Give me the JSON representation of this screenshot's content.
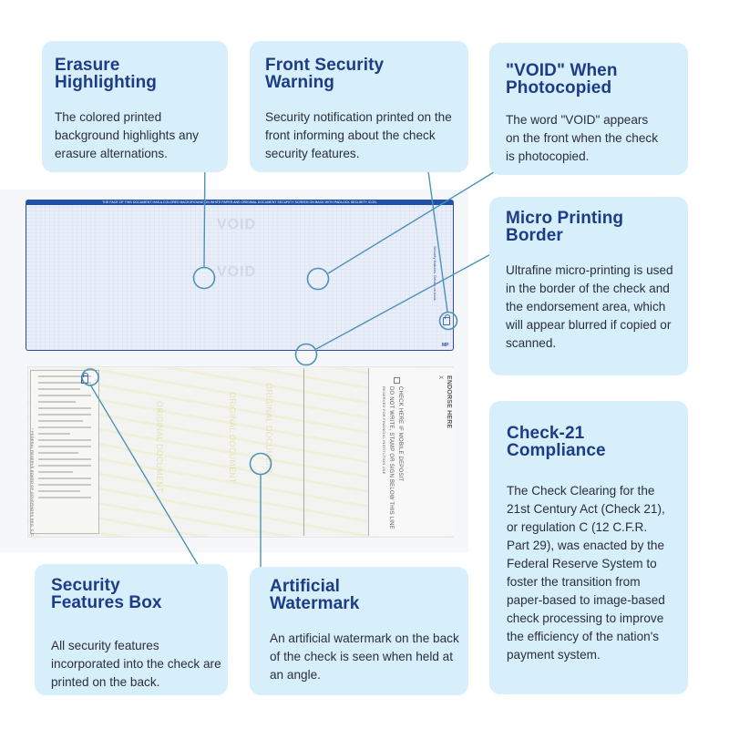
{
  "panels": {
    "erasure": {
      "title": "Erasure Highlighting",
      "body": "The colored printed background highlights any erasure alternations."
    },
    "front_warning": {
      "title": "Front Security Warning",
      "body": "Security notification printed on the front informing about the check security features."
    },
    "void": {
      "title": "\"VOID\" When Photocopied",
      "body": "The word \"VOID\" appears on the front when the check is photocopied."
    },
    "micro": {
      "title": "Micro Printing Border",
      "body": "Ultrafine micro-printing is used in the border of the check and the endorsement area, which will appear blurred if copied or scanned."
    },
    "check21": {
      "title": "Check-21 Compliance",
      "body": "The Check Clearing for the 21st Century Act (Check 21), or regulation C (12 C.F.R. Part 29), was enacted by the Federal Reserve System to foster the transition from paper-based to image-based check processing to improve the efficiency of the nation's payment system."
    },
    "security_box": {
      "title": "Security Features Box",
      "body": "All security features incorporated into the check are printed on the back."
    },
    "watermark": {
      "title": "Artificial Watermark",
      "body": "An artificial watermark on the back of the check is seen when held at an angle."
    }
  },
  "check": {
    "front_strip_text": "THE FACE OF THIS DOCUMENT HAS A COLORED BACKGROUND ON WHITE PAPER AND ORIGINAL DOCUMENT SECURITY SCREEN ON BACK WITH PADLOCK SECURITY ICON.",
    "void_label": "VOID",
    "mp_label": "MP",
    "micro_side_text": "Security features. Details on back.",
    "endorse_label": "ENDORSE HERE",
    "endorse_x": "X",
    "no_write_text": "DO NOT WRITE, STAMP OR SIGN BELOW THIS LINE",
    "mobile_deposit_text": "CHECK HERE IF MOBILE DEPOSIT",
    "reserved_text": "RESERVED FOR FINANCIAL INSTITUTION USE",
    "federal_text": "* FEDERAL RESERVE BOARD OF GOVERNORS REG. C.C.",
    "watermark_text": "ORIGINAL DOCUMENT"
  },
  "colors": {
    "panel_bg": "#d7eefb",
    "title": "#1d3c87",
    "line": "#4a93b8",
    "check_border": "#2d4d9c"
  }
}
